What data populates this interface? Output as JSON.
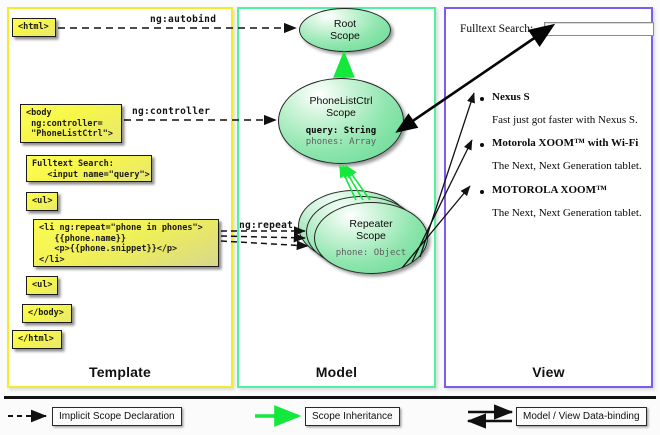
{
  "columns": {
    "template": {
      "label": "Template",
      "accent": "#f4ec26"
    },
    "model": {
      "label": "Model",
      "accent": "#4ef2a0"
    },
    "view": {
      "label": "View",
      "accent": "#7a5cf0"
    }
  },
  "template_boxes": [
    {
      "name": "html-open-tag",
      "text": "<html>"
    },
    {
      "name": "body-controller-tag",
      "text": "<body\n ng:controller=\n \"PhoneListCtrl\">"
    },
    {
      "name": "fulltext-search-input-markup",
      "text": "Fulltext Search:\n   <input name=\"query\">"
    },
    {
      "name": "ul-open-tag",
      "text": "<ul>"
    },
    {
      "name": "li-ngrepeat-markup",
      "text": "<li ng:repeat=\"phone in phones\">\n   {{phone.name}}\n   <p>{{phone.snippet}}</p>\n</li>"
    },
    {
      "name": "ul-close-tag",
      "text": "<ul>"
    },
    {
      "name": "body-close-tag",
      "text": "</body>"
    },
    {
      "name": "html-close-tag",
      "text": "</html>"
    }
  ],
  "edge_labels": {
    "autobind": "ng:autobind",
    "controller": "ng:controller",
    "repeat": "ng:repeat"
  },
  "scopes": {
    "root": {
      "line1": "Root",
      "line2": "Scope"
    },
    "phonelistctrl": {
      "line1": "PhoneListCtrl",
      "line2": "Scope",
      "prop1": "query: String",
      "prop2": "phones: Array"
    },
    "repeater": {
      "line1": "Repeater",
      "line2": "Scope",
      "prop1": "phone: Object"
    }
  },
  "view": {
    "search_label": "Fulltext Search:",
    "search_value": "",
    "search_placeholder": "",
    "items": [
      {
        "name": "Nexus S",
        "desc": "Fast just got faster with Nexus S."
      },
      {
        "name": "Motorola XOOM™  with Wi-Fi",
        "desc": "The Next, Next Generation tablet."
      },
      {
        "name": "MOTOROLA XOOM™",
        "desc": "The Next, Next Generation tablet."
      }
    ]
  },
  "legend": [
    {
      "name": "implicit-scope-declaration",
      "label": "Implicit Scope Declaration",
      "style": "dashed-black"
    },
    {
      "name": "scope-inheritance",
      "label": "Scope Inheritance",
      "style": "solid-green"
    },
    {
      "name": "model-view-data-binding",
      "label": "Model / View Data-binding",
      "style": "double-black"
    }
  ],
  "colors": {
    "green_arrow": "#15e83c",
    "yellow_box": "#f6f64a",
    "scope_green": "#62d891",
    "black": "#111111"
  }
}
